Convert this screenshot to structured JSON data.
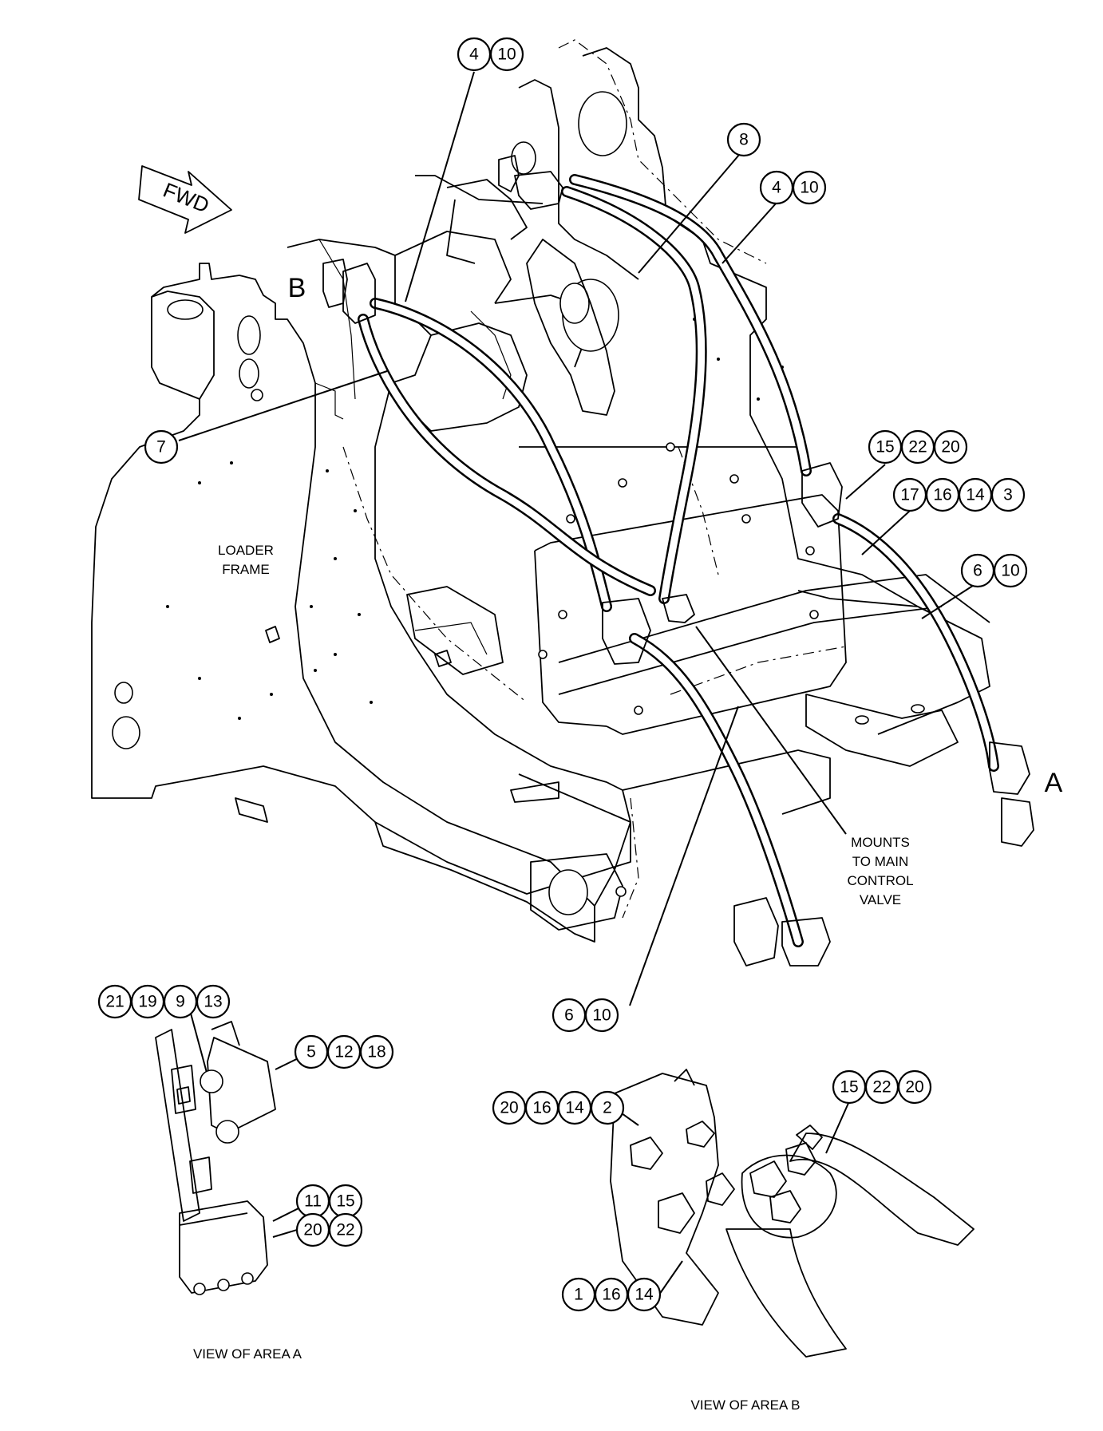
{
  "labels": {
    "fwd": "FWD",
    "loader_frame_1": "LOADER",
    "loader_frame_2": "FRAME",
    "area_b_marker": "B",
    "area_a_marker": "A",
    "mounts_1": "MOUNTS",
    "mounts_2": "TO MAIN",
    "mounts_3": "CONTROL",
    "mounts_4": "VALVE",
    "view_a": "VIEW OF AREA  A",
    "view_b": "VIEW OF AREA  B"
  },
  "callouts": {
    "g1": [
      "4",
      "10"
    ],
    "g2": [
      "8"
    ],
    "g3": [
      "4",
      "10"
    ],
    "g4": [
      "7"
    ],
    "g5": [
      "15",
      "22",
      "20"
    ],
    "g6": [
      "17",
      "16",
      "14",
      "3"
    ],
    "g7": [
      "6",
      "10"
    ],
    "g8": [
      "6",
      "10"
    ],
    "g9": [
      "21",
      "19",
      "9",
      "13"
    ],
    "g10": [
      "5",
      "12",
      "18"
    ],
    "g11": [
      "11",
      "15"
    ],
    "g12": [
      "20",
      "22"
    ],
    "g13": [
      "20",
      "16",
      "14",
      "2"
    ],
    "g14": [
      "15",
      "22",
      "20"
    ],
    "g15": [
      "1",
      "16",
      "14"
    ]
  }
}
